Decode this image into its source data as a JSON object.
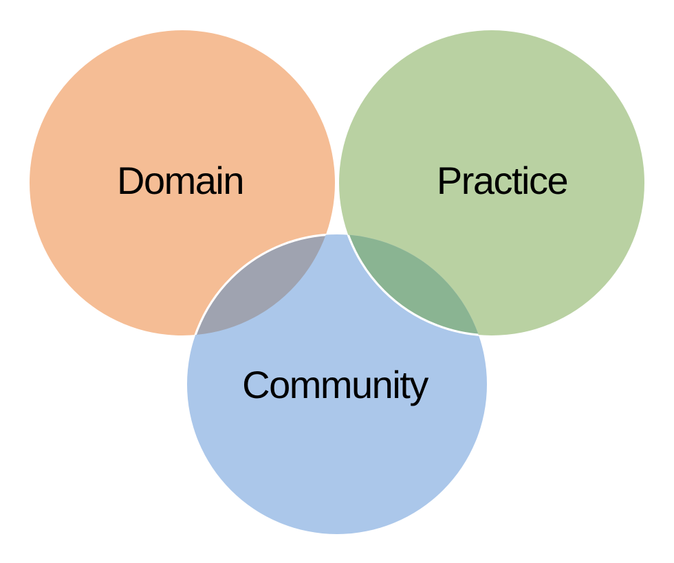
{
  "venn": {
    "background": "#FFFFFF",
    "text_color": "#000000",
    "outline_color": "#FFFFFF",
    "circles": [
      {
        "id": "domain",
        "label": "Domain",
        "fill": "#F5BD95"
      },
      {
        "id": "practice",
        "label": "Practice",
        "fill": "#B9D1A2"
      },
      {
        "id": "community",
        "label": "Community",
        "fill": "#ABC7EA"
      }
    ],
    "overlaps": [
      {
        "between": [
          "Domain",
          "Community"
        ],
        "fill": "#9FA3B0"
      },
      {
        "between": [
          "Practice",
          "Community"
        ],
        "fill": "#8AB492"
      }
    ]
  }
}
